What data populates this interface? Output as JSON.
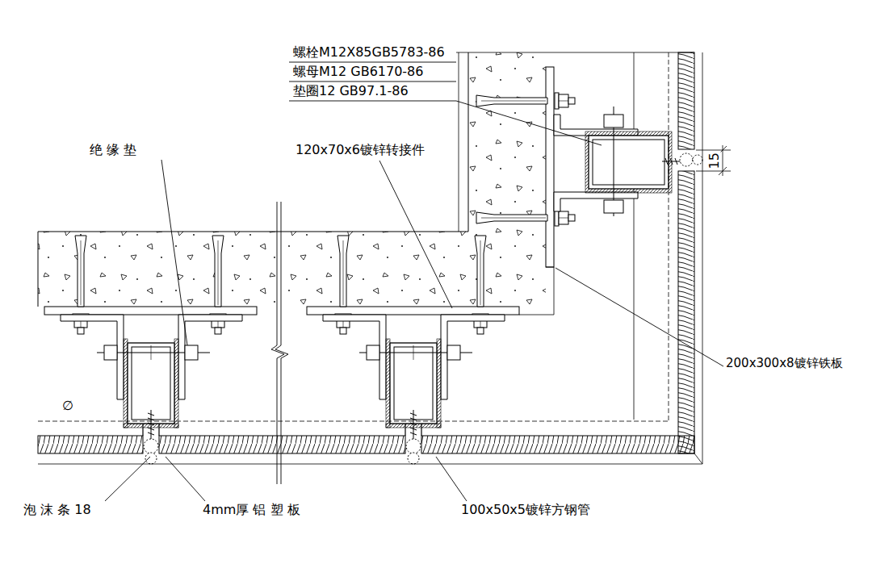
{
  "diagram": {
    "labels": [
      "螺栓M12X85GB5783-86",
      "螺母M12 GB6170-86",
      "垫圈12 GB97.1-86",
      "绝 缘 垫",
      "120x70x6镀锌转接件",
      "200x300x8镀锌铁板",
      "泡 沫 条 18",
      "4mm厚 铝 塑 板",
      "100x50x5镀锌方钢管",
      "15",
      "∅"
    ]
  }
}
